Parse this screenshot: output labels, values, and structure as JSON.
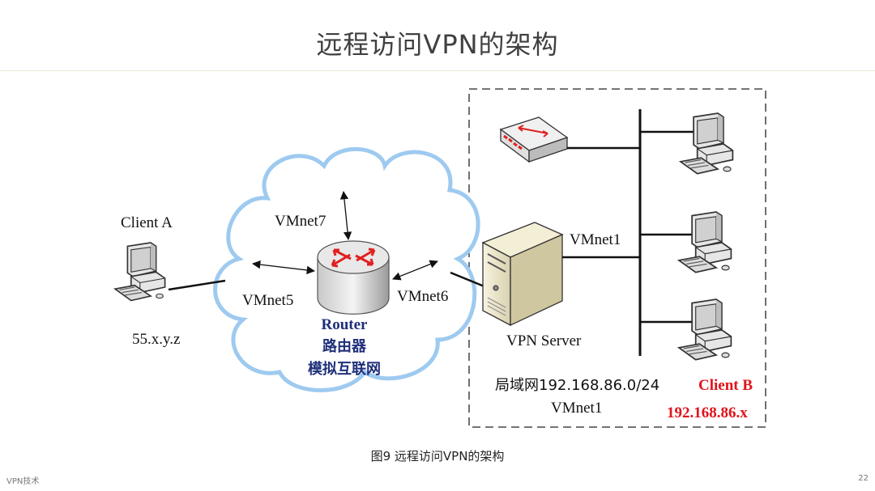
{
  "title": "远程访问VPN的架构",
  "caption": "图9 远程访问VPN的架构",
  "footer": {
    "left": "VPN技术",
    "right": "22"
  },
  "diagram": {
    "client_a": {
      "name": "Client A",
      "ip": "55.x.y.z"
    },
    "cloud_links": {
      "top": "VMnet7",
      "left": "VMnet5",
      "right": "VMnet6"
    },
    "router": {
      "name": "Router",
      "label1": "路由器",
      "label2": "模拟互联网"
    },
    "vpn_server": {
      "name": "VPN Server",
      "link": "VMnet1"
    },
    "lan": {
      "label": "局域网192.168.86.0/24",
      "net": "VMnet1"
    },
    "client_b": {
      "name": "Client B",
      "ip": "192.168.86.x"
    }
  },
  "colors": {
    "client_b": "#e0141b",
    "router_text": "#1f2f7a",
    "cloud_outline": "#9ecaf0"
  }
}
